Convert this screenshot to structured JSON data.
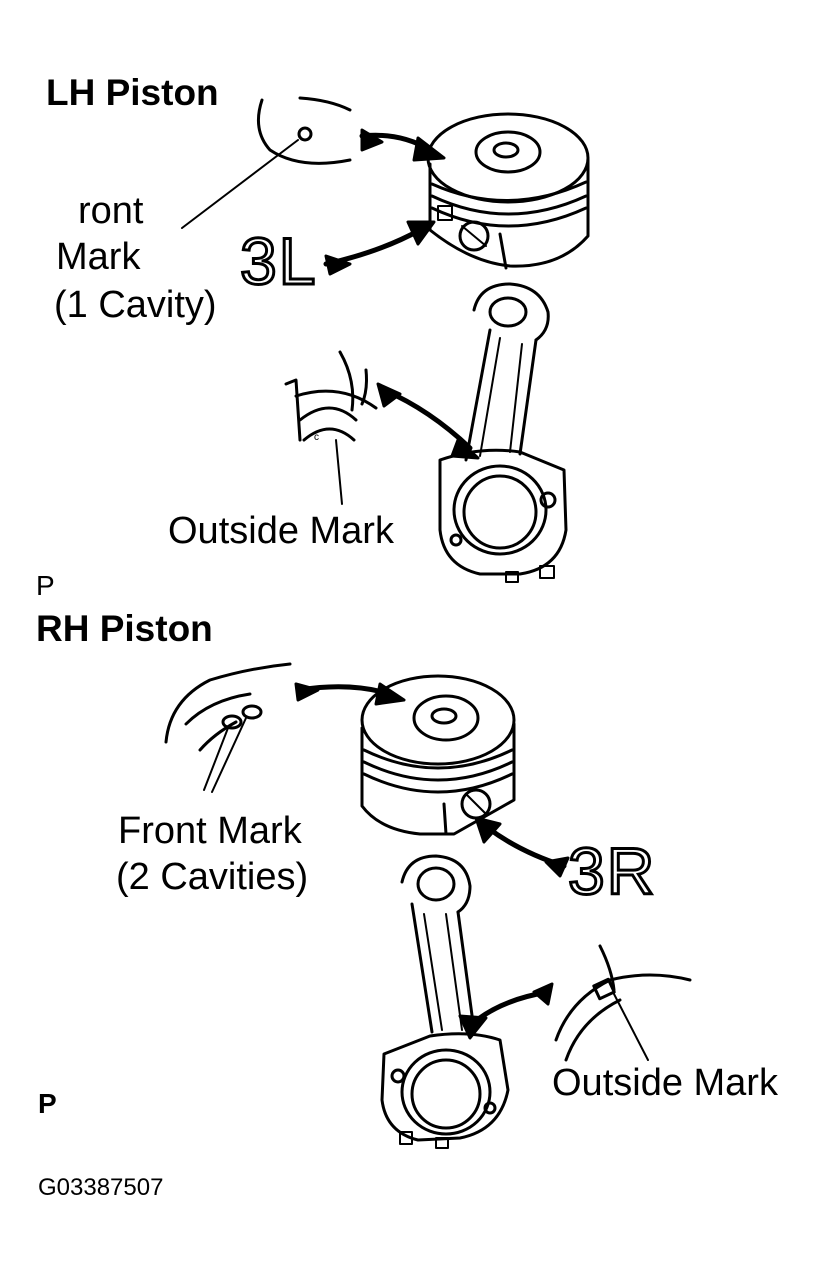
{
  "lh": {
    "title": "LH Piston",
    "front_mark_line1": "ront",
    "front_mark_line2": "Mark",
    "front_mark_line3": "(1 Cavity)",
    "code": "3L",
    "rod_label": "Outside Mark",
    "page_letter": "P"
  },
  "rh": {
    "title": "RH Piston",
    "front_mark_line1": "Front Mark",
    "front_mark_line2": "(2 Cavities)",
    "code": "3R",
    "rod_label": "Outside Mark",
    "page_letter": "P"
  },
  "figure_ref": "G03387507",
  "colors": {
    "ink": "#000000",
    "paper": "#ffffff"
  }
}
